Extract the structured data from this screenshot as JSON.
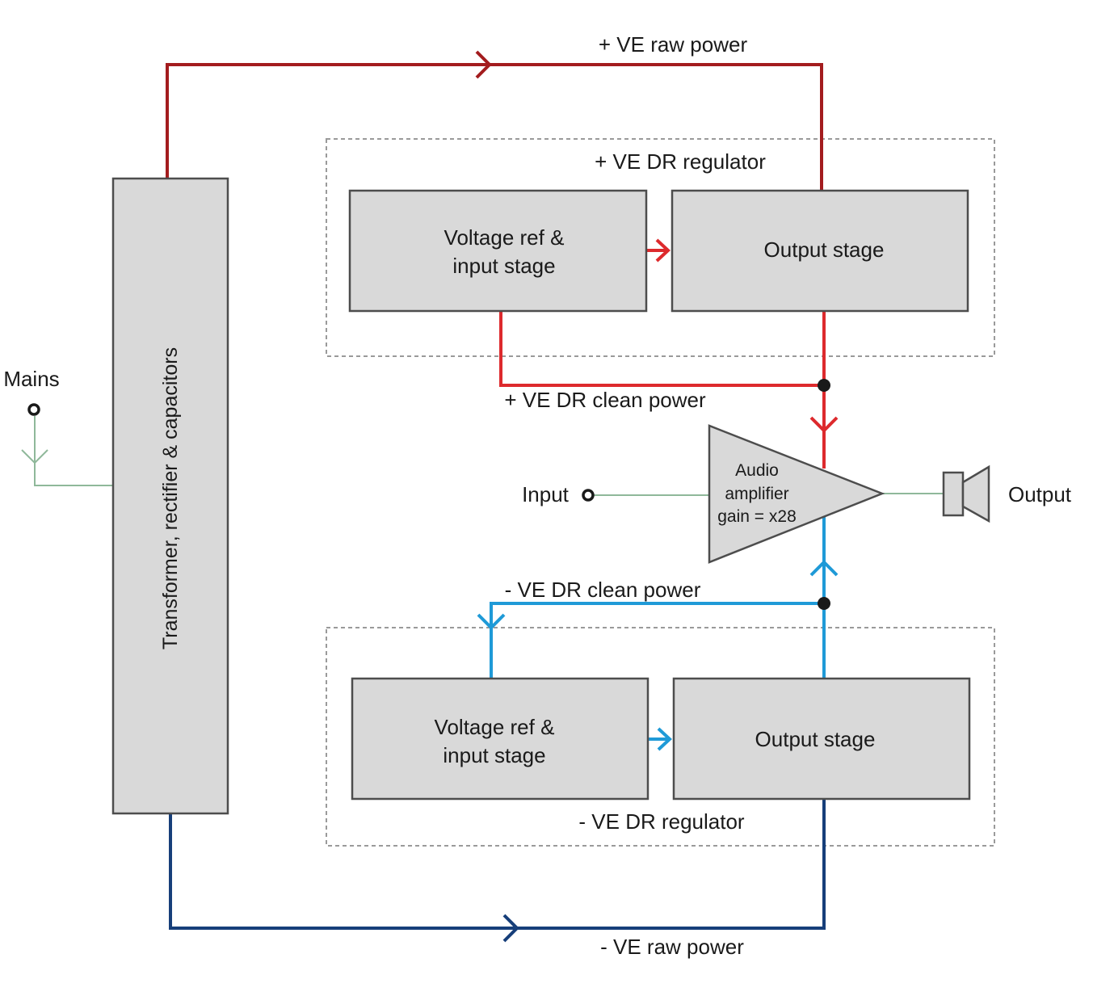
{
  "colors": {
    "raw_positive": "#a31c1e",
    "clean_positive": "#dd2a2d",
    "clean_negative": "#1f9ad7",
    "raw_negative": "#173f7a",
    "signal": "#8fb89a",
    "box_fill": "#d9d9d9",
    "box_stroke": "#4d4d4d"
  },
  "labels": {
    "pos_raw_power": "+ VE raw power",
    "pos_regulator": "+ VE DR regulator",
    "pos_clean_power": "+ VE DR clean power",
    "neg_clean_power": "- VE DR clean power",
    "neg_regulator": "- VE DR regulator",
    "neg_raw_power": "- VE raw power",
    "mains": "Mains",
    "input": "Input",
    "output": "Output"
  },
  "blocks": {
    "supply": "Transformer, rectifier & capacitors",
    "pos_vref_line1": "Voltage ref &",
    "pos_vref_line2": "input stage",
    "pos_output_stage": "Output stage",
    "neg_vref_line1": "Voltage ref &",
    "neg_vref_line2": "input stage",
    "neg_output_stage": "Output stage"
  },
  "amplifier": {
    "line1": "Audio",
    "line2": "amplifier",
    "line3": "gain = x28"
  },
  "icons": [
    "mains-terminal-icon",
    "input-terminal-icon",
    "speaker-icon",
    "junction-dot-icon",
    "flow-arrow-icon"
  ]
}
